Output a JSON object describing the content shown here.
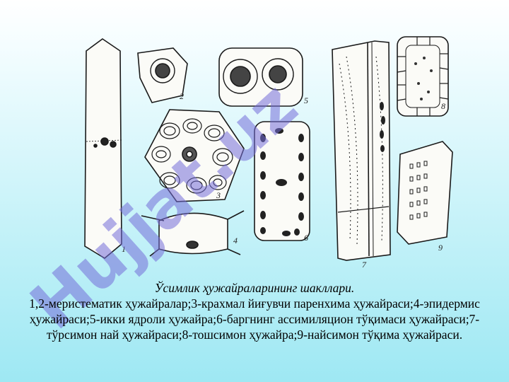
{
  "caption": {
    "title": "Ўсимлик ҳужайраларининг шакллари.",
    "body": "1,2-меристематик ҳужайралар;3-крахмал йиғувчи паренхима ҳужайраси;4-эпидермис  ҳужайраси;5-икки  ядроли ҳужайра;6-баргнинг ассимиляцион тўқимаси ҳужайраси;7-тўрсимон най ҳужайраси;8-тошсимон  ҳужайра;9-найсимон тўқима ҳужайраси."
  },
  "figure": {
    "labels": [
      "1",
      "2",
      "3",
      "4",
      "5",
      "6",
      "7",
      "8",
      "9"
    ]
  },
  "watermark": {
    "text": "Hujjat.uz",
    "color": "#746ed8"
  }
}
